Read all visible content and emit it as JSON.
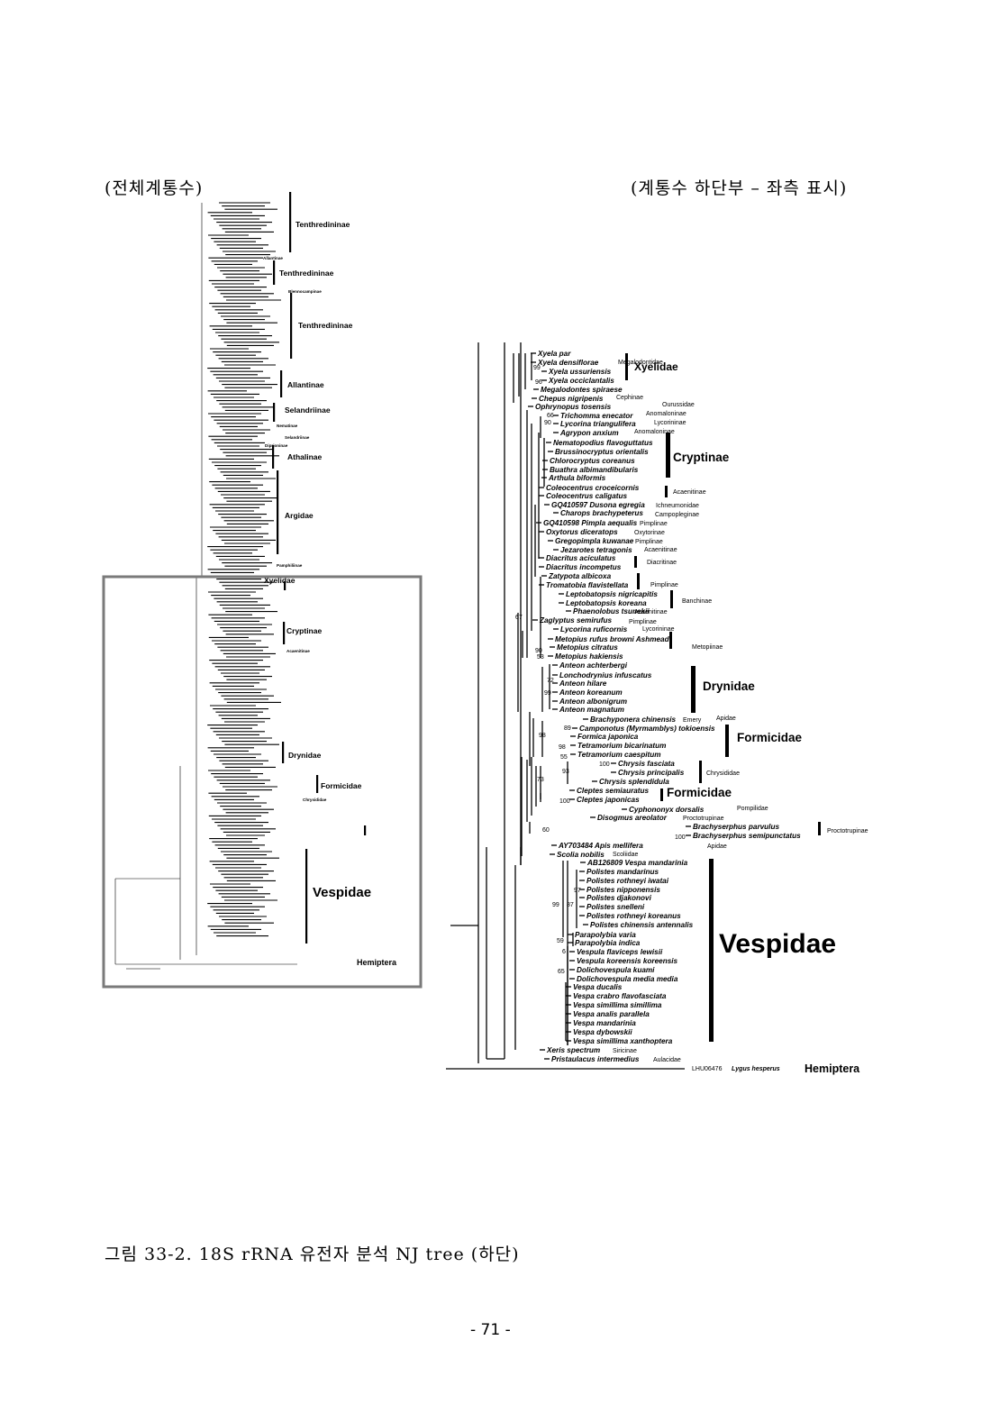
{
  "captions": {
    "left": "(전체계통수)",
    "right": "(계통수 하단부 – 좌측 표시)",
    "figure": "그림 33-2. 18S rRNA 유전자 분석 NJ tree (하단)",
    "page_number": "- 71 -"
  },
  "right_tree": {
    "taxa": [
      "Xyela par",
      "Xyela densiflorae",
      "Xyela ussuriensis",
      "Xyela occiclantalis",
      "Megalodontes spiraese",
      "Chepus nigripenis",
      "Ophrynopus tosensis",
      "Trichomma enecator",
      "Lycorina triangulifera",
      "Agrypon anxium",
      "Nematopodius flavoguttatus",
      "Brussinocryptus orientalis",
      "Chlorocryptus coreanus",
      "Buathra albimandibularis",
      "Arthula biformis",
      "Coleocentrus croceicornis",
      "Coleocentrus caligatus",
      "GQ410597 Dusona egregia",
      "Charops brachypeterus",
      "GQ410598 Pimpla aequalis",
      "Oxytorus diceratops",
      "Gregopimpla kuwanae",
      "Jezarotes tetragonis",
      "Diacritus aciculatus",
      "Diacritus incompetus",
      "Zatypota albicoxa",
      "Tromatobia flavistellata",
      "Leptobatopsis nigricapitis",
      "Leptobatopsis koreana",
      "Phaenolobus tsunekii",
      "Zaglyptus semirufus",
      "Lycorina ruficornis",
      "Metopius rufus browni Ashmead",
      "Metopius citratus",
      "Metopius hakiensis",
      "Anteon achterbergi",
      "Lonchodrynius infuscatus",
      "Anteon hilare",
      "Anteon koreanum",
      "Anteon albonigrum",
      "Anteon magnatum",
      "Brachyponera chinensis",
      "Camponotus (Myrmamblys) tokioensis",
      "Formica japonica",
      "Tetramorium bicarinatum",
      "Tetramorium caespitum",
      "Chrysis fasciata",
      "Chrysis principalis",
      "Chrysis splendidula",
      "Cleptes semiauratus",
      "Cleptes japonicas",
      "Cyphononyx dorsalis",
      "Disogmus areolator",
      "Brachyserphus parvulus",
      "Brachyserphus semipunctatus",
      "AY703484 Apis mellifera",
      "Scolia nobilis",
      "AB126809 Vespa mandarinia",
      "Polistes mandarinus",
      "Polistes rothneyi iwatai",
      "Polistes nipponensis",
      "Polistes djakonovi",
      "Polistes snelleni",
      "Polistes rothneyi koreanus",
      "Polistes chinensis antennalis",
      "Parapolybia varia",
      "Parapolybia indica",
      "Vespula flaviceps lewisii",
      "Vespula koreensis koreensis",
      "Dolichovespula kuami",
      "Dolichovespula media media",
      "Vespa ducalis",
      "Vespa crabro flavofasciata",
      "Vespa simillima simillima",
      "Vespa analis parallela",
      "Vespa mandarinia",
      "Vespa dybowskii",
      "Vespa simillima xanthoptera",
      "Xeris spectrum",
      "Pristaulacus intermedius"
    ],
    "labels": [
      {
        "text": "Xyelidae",
        "kind": "fam"
      },
      {
        "text": "Megalodontidae",
        "kind": "sub"
      },
      {
        "text": "Cephinae",
        "kind": "sub"
      },
      {
        "text": "Ourussidae",
        "kind": "sub"
      },
      {
        "text": "Anomaloninae",
        "kind": "sub"
      },
      {
        "text": "Lycorininae",
        "kind": "sub"
      },
      {
        "text": "Anomaloninae",
        "kind": "sub"
      },
      {
        "text": "Cryptinae",
        "kind": "fam"
      },
      {
        "text": "Acaenitinae",
        "kind": "sub"
      },
      {
        "text": "Ichneumonidae",
        "kind": "sub"
      },
      {
        "text": "Campopleginae",
        "kind": "sub"
      },
      {
        "text": "Pimplinae",
        "kind": "sub"
      },
      {
        "text": "Oxytorinae",
        "kind": "sub"
      },
      {
        "text": "Pimplinae",
        "kind": "sub"
      },
      {
        "text": "Acaenitinae",
        "kind": "sub"
      },
      {
        "text": "Diacritinae",
        "kind": "sub"
      },
      {
        "text": "Pimplinae",
        "kind": "sub"
      },
      {
        "text": "Banchinae",
        "kind": "sub"
      },
      {
        "text": "Acaenitinae",
        "kind": "sub"
      },
      {
        "text": "Pimplinae",
        "kind": "sub"
      },
      {
        "text": "Lycorininae",
        "kind": "sub"
      },
      {
        "text": "Metopiinae",
        "kind": "sub"
      },
      {
        "text": "Drynidae",
        "kind": "fam"
      },
      {
        "text": "Emery",
        "kind": "sub"
      },
      {
        "text": "Apidae",
        "kind": "sub"
      },
      {
        "text": "Formicidae",
        "kind": "fam"
      },
      {
        "text": "Chrysididae",
        "kind": "sub"
      },
      {
        "text": "Formicidae",
        "kind": "sub"
      },
      {
        "text": "Pompilidae",
        "kind": "sub"
      },
      {
        "text": "Proctotrupinae",
        "kind": "sub"
      },
      {
        "text": "Proctotrupinae",
        "kind": "sub"
      },
      {
        "text": "Apidae",
        "kind": "sub"
      },
      {
        "text": "Scoliidae",
        "kind": "sub"
      },
      {
        "text": "Vespidae",
        "kind": "big"
      },
      {
        "text": "Siricinae",
        "kind": "sub"
      },
      {
        "text": "Aulacidae",
        "kind": "sub"
      },
      {
        "text": "LHU06476",
        "kind": "plain"
      },
      {
        "text": "Lygus hesperus",
        "kind": "it"
      },
      {
        "text": "Hemiptera",
        "kind": "fam"
      }
    ],
    "bootstrap": [
      "99",
      "96",
      "66",
      "90",
      "67",
      "72",
      "99",
      "89",
      "98",
      "98",
      "55",
      "100",
      "93",
      "73",
      "100",
      "60",
      "100",
      "97",
      "99",
      "87",
      "59",
      "6",
      "65",
      "90",
      "53"
    ]
  },
  "left_tree": {
    "labels": [
      "Tenthredininae",
      "Allantinae",
      "Tenthredininae",
      "Blennocampinae",
      "Tenthredininae",
      "Allantinae",
      "Selandriinae",
      "Nematinae",
      "Selandriinae",
      "Diprioninae",
      "Athalinae",
      "Argidae",
      "Pamphiliinae",
      "Xyelidae",
      "Cryptinae",
      "Acaenitinae",
      "Drynidae",
      "Formicidae",
      "Chrysididae",
      "Vespidae",
      "Hemiptera"
    ]
  }
}
